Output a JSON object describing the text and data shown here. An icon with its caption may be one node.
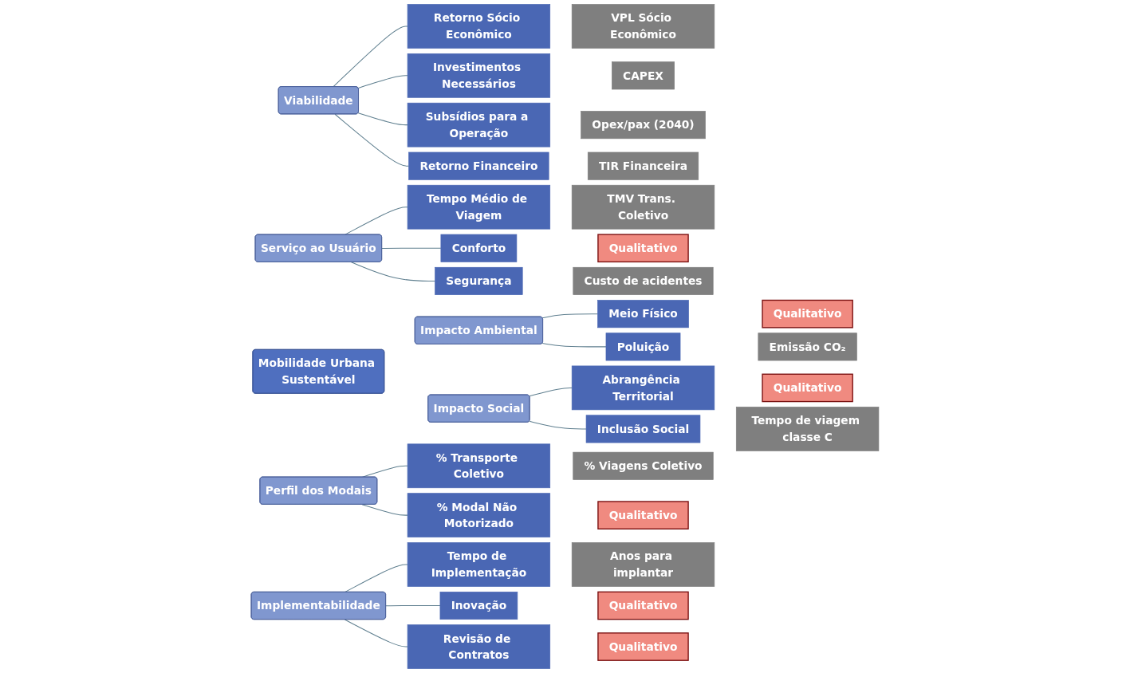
{
  "diagram": {
    "nodes": [
      {
        "text": [
          "Mobilidade Urbana Sustentável"
        ]
      },
      {
        "text": [
          "Viabilidade"
        ]
      },
      {
        "text": [
          "Retorno Sócio Econômico"
        ]
      },
      {
        "text": [
          "VPL Sócio Econômico"
        ]
      },
      {
        "text": [
          "Investimentos Necessários"
        ]
      },
      {
        "text": [
          "CAPEX"
        ]
      },
      {
        "text": [
          "Subsídios para a Operação"
        ]
      },
      {
        "text": [
          "Opex/pax (2040)"
        ]
      },
      {
        "text": [
          "Retorno Financeiro"
        ]
      },
      {
        "text": [
          "TIR Financeira"
        ]
      },
      {
        "text": [
          "Serviço ao Usuário"
        ]
      },
      {
        "text": [
          "Tempo Médio de Viagem"
        ]
      },
      {
        "text": [
          "TMV Trans. Coletivo"
        ]
      },
      {
        "text": [
          "Conforto"
        ]
      },
      {
        "text": [
          "Qualitativo"
        ]
      },
      {
        "text": [
          "Segurança"
        ]
      },
      {
        "text": [
          "Custo de acidentes"
        ]
      },
      {
        "text": [
          "Impacto Ambiental"
        ]
      },
      {
        "text": [
          "Meio Físico"
        ]
      },
      {
        "text": [
          "Qualitativo"
        ]
      },
      {
        "text": [
          "Poluição"
        ]
      },
      {
        "text": [
          "Emissão CO₂"
        ]
      },
      {
        "text": [
          "Impacto Social"
        ]
      },
      {
        "text": [
          "Abrangência Territorial"
        ]
      },
      {
        "text": [
          "Qualitativo"
        ]
      },
      {
        "text": [
          "Inclusão Social"
        ]
      },
      {
        "text": [
          "Tempo de viagem classe C"
        ]
      },
      {
        "text": [
          "Perfil dos Modais"
        ]
      },
      {
        "text": [
          "% Transporte Coletivo"
        ]
      },
      {
        "text": [
          "% Viagens Coletivo"
        ]
      },
      {
        "text": [
          "% Modal Não Motorizado"
        ]
      },
      {
        "text": [
          "Qualitativo"
        ]
      },
      {
        "text": [
          "Implementabilidade"
        ]
      },
      {
        "text": [
          "Tempo de Implementação"
        ]
      },
      {
        "text": [
          "Anos para implantar"
        ]
      },
      {
        "text": [
          "Inovação"
        ]
      },
      {
        "text": [
          "Qualitativo"
        ]
      },
      {
        "text": [
          "Revisão de Contratos"
        ]
      },
      {
        "text": [
          "Qualitativo"
        ]
      }
    ],
    "edges": [
      {
        "from": 1,
        "to": 2,
        "arrow": "none"
      },
      {
        "from": 1,
        "to": 4,
        "arrow": "none"
      },
      {
        "from": 1,
        "to": 6,
        "arrow": "none"
      },
      {
        "from": 1,
        "to": 8,
        "arrow": "none"
      },
      {
        "from": 10,
        "to": 11,
        "arrow": "none"
      },
      {
        "from": 10,
        "to": 13,
        "arrow": "none"
      },
      {
        "from": 10,
        "to": 15,
        "arrow": "none"
      },
      {
        "from": 17,
        "to": 18,
        "arrow": "none"
      },
      {
        "from": 17,
        "to": 20,
        "arrow": "none"
      },
      {
        "from": 22,
        "to": 23,
        "arrow": "none"
      },
      {
        "from": 22,
        "to": 25,
        "arrow": "none"
      },
      {
        "from": 27,
        "to": 28,
        "arrow": "none"
      },
      {
        "from": 27,
        "to": 30,
        "arrow": "none"
      },
      {
        "from": 32,
        "to": 33,
        "arrow": "none"
      },
      {
        "from": 32,
        "to": 35,
        "arrow": "none"
      },
      {
        "from": 32,
        "to": 37,
        "arrow": "none"
      }
    ]
  }
}
